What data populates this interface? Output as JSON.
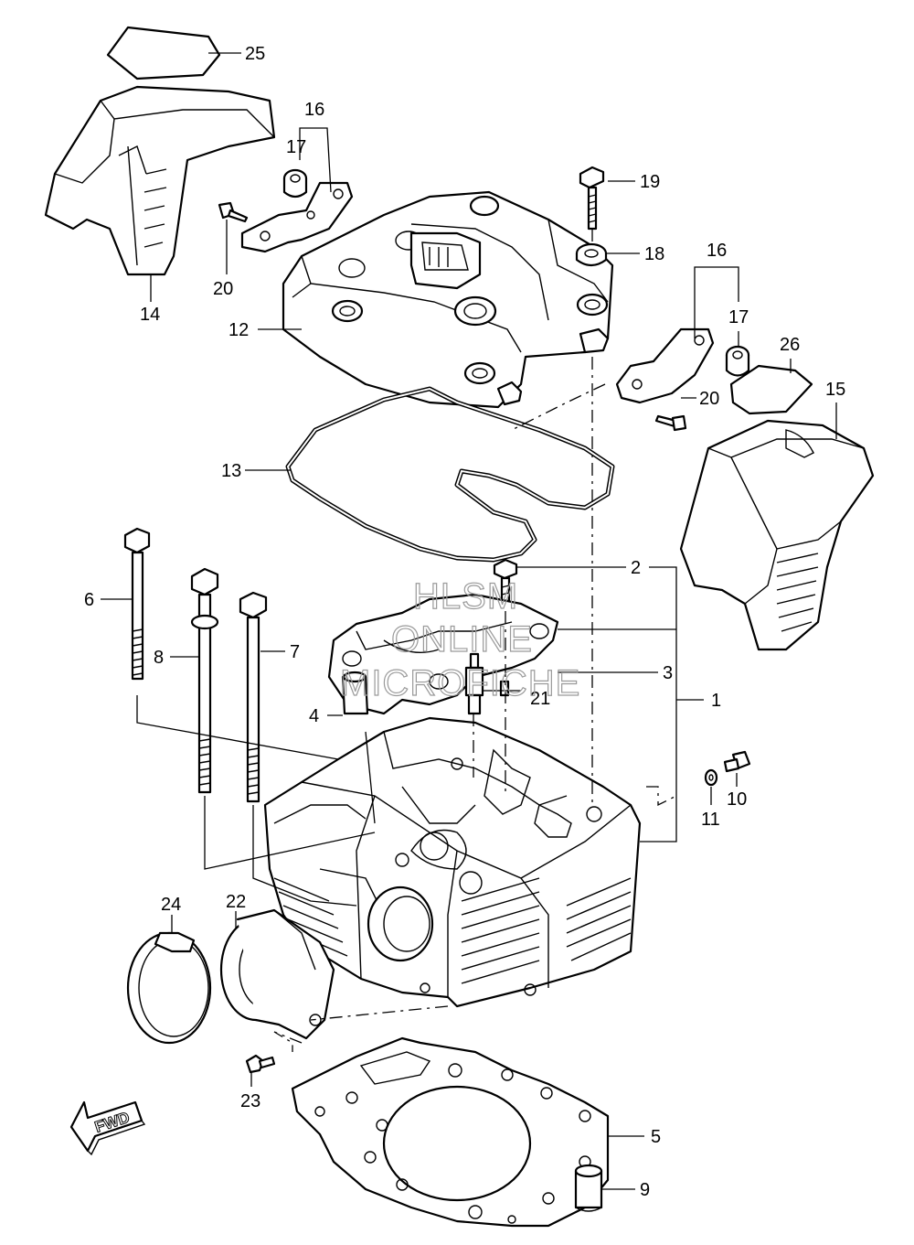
{
  "callouts": {
    "c1": "1",
    "c2": "2",
    "c3": "3",
    "c4": "4",
    "c5": "5",
    "c6": "6",
    "c7": "7",
    "c8": "8",
    "c9": "9",
    "c10": "10",
    "c11": "11",
    "c12": "12",
    "c13": "13",
    "c14": "14",
    "c15": "15",
    "c16a": "16",
    "c16b": "16",
    "c17a": "17",
    "c17b": "17",
    "c18": "18",
    "c19": "19",
    "c20a": "20",
    "c20b": "20",
    "c21": "21",
    "c22": "22",
    "c23": "23",
    "c24": "24",
    "c25": "25",
    "c26": "26"
  },
  "watermark": {
    "line1": "HLSM",
    "line2": "ONLINE",
    "line3": "MICROFICHE"
  },
  "fwd_label": "FWD",
  "colors": {
    "ink": "#000000",
    "watermark": "#9a9a9a",
    "paper": "#ffffff"
  }
}
